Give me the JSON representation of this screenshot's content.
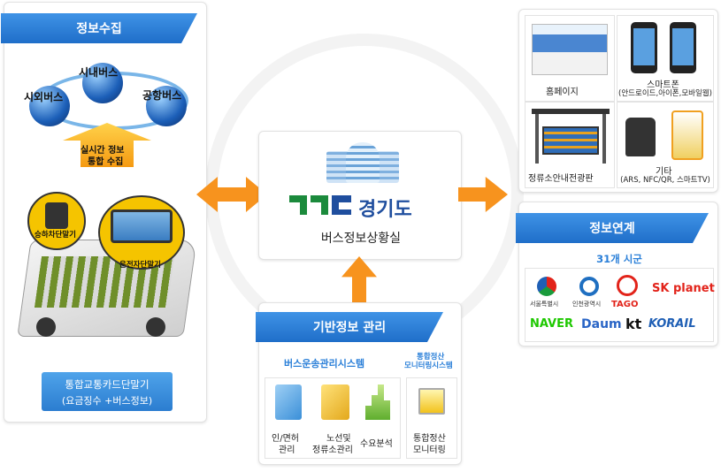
{
  "collect": {
    "title": "정보수집",
    "bus_intercity": "시외버스",
    "bus_city": "시내버스",
    "bus_airport": "공항버스",
    "realtime_line1": "실시간 정보",
    "realtime_line2": "통합 수집",
    "terminal_boarding": "승하차단말기",
    "terminal_driver": "운전자단말기",
    "card_line1": "통합교통카드단말기",
    "card_line2": "(요금징수 +버스정보)"
  },
  "center": {
    "logo_text": "경기도",
    "room": "버스정보상황실"
  },
  "base": {
    "title": "기반정보 관리",
    "bms": "버스운송관리시스템",
    "settle_line1": "통합정산",
    "settle_line2": "모니터링시스템",
    "item1_line1": "인/면허",
    "item1_line2": "관리",
    "item2_line1": "노선및",
    "item2_line2": "정류소관리",
    "item3": "수요분석",
    "item4_line1": "통합정산",
    "item4_line2": "모니터링"
  },
  "provide": {
    "homepage": "홈페이지",
    "smartphone": "스마트폰",
    "smartphone_sub": "(안드로이드,아이폰,모바일웹)",
    "stop_board": "정류소안내전광판",
    "other": "기타",
    "other_sub": "(ARS, NFC/QR, 스마트TV)"
  },
  "link": {
    "title": "정보연계",
    "cities": "31개 시군",
    "seoul": "서울특별시",
    "incheon": "인천광역시",
    "tago": "TAGO",
    "sk": "SK planet",
    "naver": "NAVER",
    "daum": "Daum",
    "kt": "kt",
    "korail": "KORAIL"
  },
  "colors": {
    "header_blue": "#2a7fd8",
    "arrow_orange": "#f7931e",
    "gg_green": "#1b8a3c",
    "gg_blue": "#1f4e9e"
  }
}
